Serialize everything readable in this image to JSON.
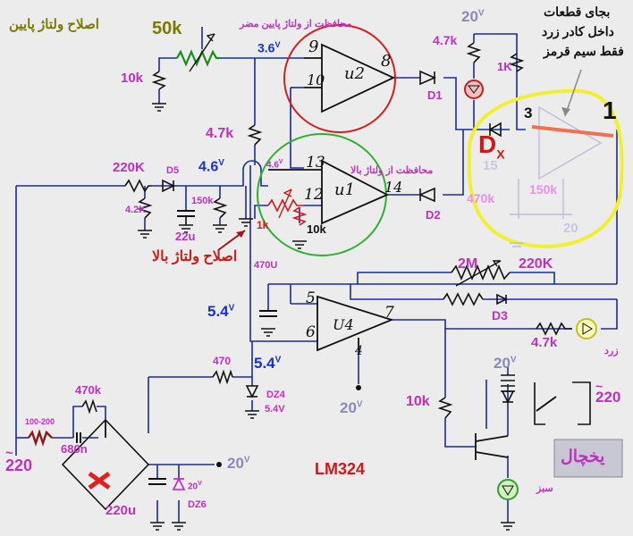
{
  "colors": {
    "wire": "#1a2aa0",
    "resistor": "#111111",
    "opamp": "#111111",
    "circle_u2": "#d02020",
    "circle_u1": "#30b030",
    "highlight": "#f0f030",
    "zener": "#c020c0"
  },
  "notes": {
    "top_left_fa": "اصلاح ولتاژ پایین",
    "u2_caption_fa": "محافظت از ولتاژ پایین مضر",
    "u1_caption_fa": "محافظت از ولتاژ بالا",
    "high_adjust_fa": "اصلاح ولتاژ بالا",
    "replace_note_line1": "بجای قطعات",
    "replace_note_line2": "داخل کادر زرد",
    "replace_note_line3": "فقط سیم قرمز",
    "yellow_led_fa": "زرد",
    "green_led_fa": "سبز",
    "fridge_fa": "یخچال",
    "chip": "LM324"
  },
  "opamps": {
    "u2": "u2",
    "u1": "u1",
    "u4": "U4"
  },
  "pins": {
    "u2_in_minus": "9",
    "u2_in_plus": "10",
    "u2_out": "8",
    "u1_in_minus": "13",
    "u1_in_plus": "12",
    "u1_out": "14",
    "u4_in_plus": "5",
    "u4_in_minus": "6",
    "u4_out": "7",
    "u4_gnd": "4",
    "ghost_pin": "3",
    "ghost_out": "1"
  },
  "components": {
    "pot_50k": "50k",
    "r_10k_top": "10k",
    "r_4k7_top": "4.7k",
    "r_1k_top": "1K",
    "r_4k7_mid": "4.7k",
    "r_220k_in": "220K",
    "d5": "D5",
    "r_4k2": "4.2K",
    "c_22u": "22u",
    "r_150k": "150k",
    "r_1k_adj": "1k",
    "r_10k_adj": "10k",
    "d1": "D1",
    "d2": "D2",
    "dx_main": "D",
    "dx_sub": "X",
    "ghost_15": "15",
    "ghost_470k": "470k",
    "ghost_150k": "150k",
    "ghost_20": "20",
    "c_470u": "470U",
    "r_2m": "2M",
    "r_220k_fb": "220K",
    "d3": "D3",
    "r_4k7_led": "4.7k",
    "r_470": "470",
    "dz4": "DZ4",
    "dz4_v": "5.4V",
    "r_10k_base": "10k",
    "r_470k": "470k",
    "r_100_200": "100-200",
    "c_680n": "680n",
    "c_220u": "220u",
    "dz6": "DZ6",
    "z20": "20"
  },
  "voltages": {
    "v_36": "3.6",
    "v_46": "4.6",
    "v_46b": "4.6",
    "v_54a": "5.4",
    "v_54b": "5.4",
    "v_20_top": "20",
    "v_20_mid": "20",
    "v_20_rel": "20",
    "v_20_bot": "20",
    "sup_220_left": "220",
    "sup_220_right": "220",
    "sup_unit": "V"
  }
}
